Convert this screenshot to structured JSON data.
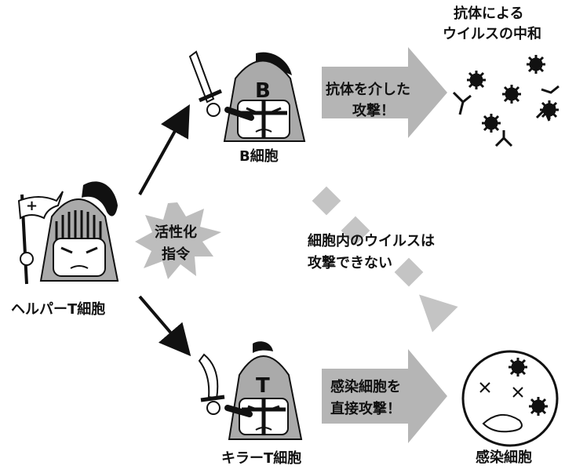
{
  "labels": {
    "b_letter": "B",
    "t_letter": "T",
    "b_cell": "B細胞",
    "killer_t_cell": "キラーT細胞",
    "helper_t_cell": "ヘルパーT細胞",
    "infected_cell": "感染細胞",
    "neutralization_line1": "抗体による",
    "neutralization_line2": "ウイルスの中和",
    "activation_line1": "活性化",
    "activation_line2": "指令",
    "antibody_attack_line1": "抗体を介した",
    "antibody_attack_line2": "攻撃！",
    "direct_attack_line1": "感染細胞を",
    "direct_attack_line2": "直接攻撃！",
    "cannot_attack_line1": "細胞内のウイルスは",
    "cannot_attack_line2": "攻撃できない",
    "flag_symbol": "+"
  },
  "colors": {
    "helmet": "#aaaaaa",
    "plume": "#111111",
    "arrow_fill": "#b5b5b5",
    "dashed_arrow": "#c4c4c4",
    "burst": "#bdbdbd",
    "ink": "#111111"
  },
  "icons": [
    "sword-icon",
    "flag-icon",
    "virus-icon",
    "antibody-icon"
  ]
}
